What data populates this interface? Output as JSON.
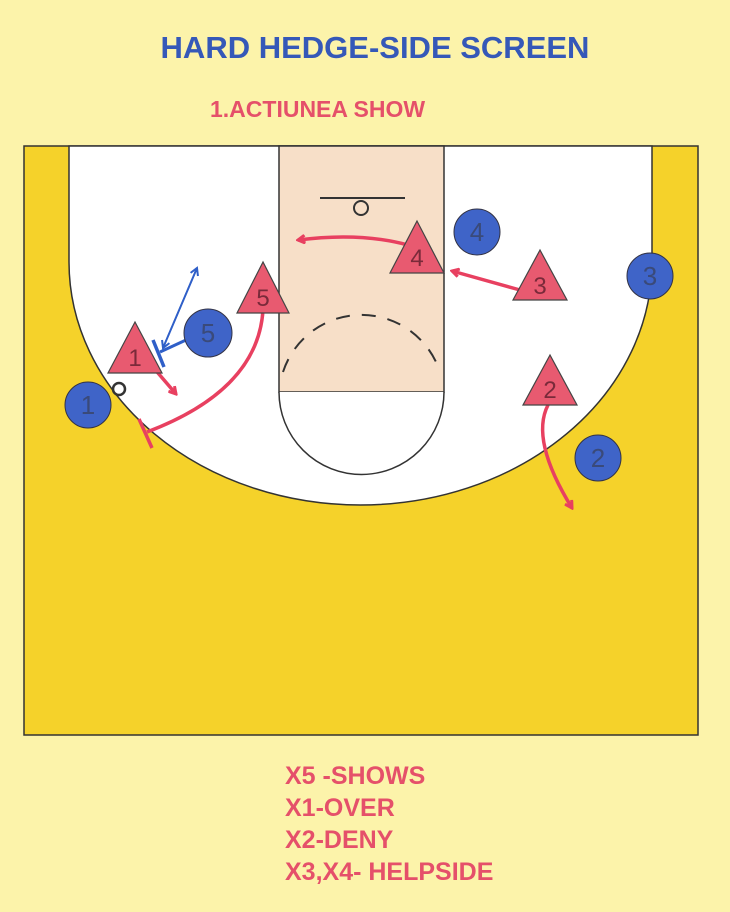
{
  "title": "HARD HEDGE-SIDE SCREEN",
  "subtitle": "1.ACTIUNEA SHOW",
  "offense": [
    "1",
    "2",
    "3",
    "4",
    "5"
  ],
  "defense": [
    "1",
    "2",
    "3",
    "4",
    "5"
  ],
  "notes": [
    "X5 -SHOWS",
    "X1-OVER",
    "X2-DENY",
    "X3,X4- HELPSIDE"
  ],
  "colors": {
    "court": "#f5d22a",
    "page": "#fcf3aa",
    "lane": "#f7dfc8",
    "offense": "#3f64c8",
    "defense": "#e85a70",
    "title": "#3558b8",
    "notes": "#e5506a"
  }
}
